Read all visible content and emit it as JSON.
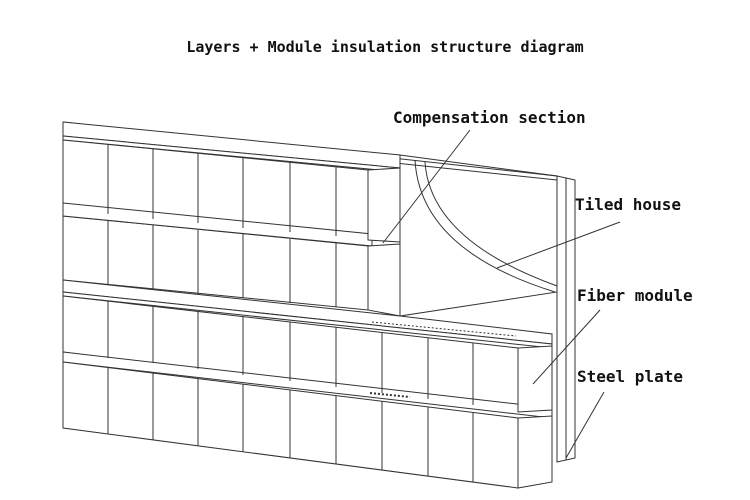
{
  "diagram": {
    "title": "Layers + Module insulation structure diagram",
    "labels": {
      "compensation_section": "Compensation section",
      "tiled_house": "Tiled house",
      "fiber_module": "Fiber module",
      "steel_plate": "Steel plate"
    },
    "colors": {
      "line": "#333333",
      "text": "#111111",
      "background": "#ffffff"
    }
  }
}
